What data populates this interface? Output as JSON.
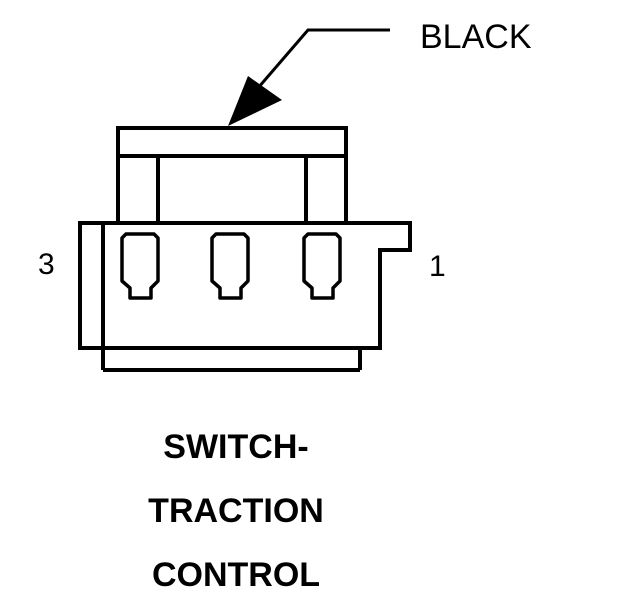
{
  "wire_color": {
    "label": "BLACK"
  },
  "pins": {
    "left_label": "3",
    "right_label": "1"
  },
  "component_name": {
    "line1": "SWITCH-",
    "line2": "TRACTION",
    "line3": "CONTROL"
  },
  "colors": {
    "ink": "#000000",
    "background": "#ffffff"
  }
}
